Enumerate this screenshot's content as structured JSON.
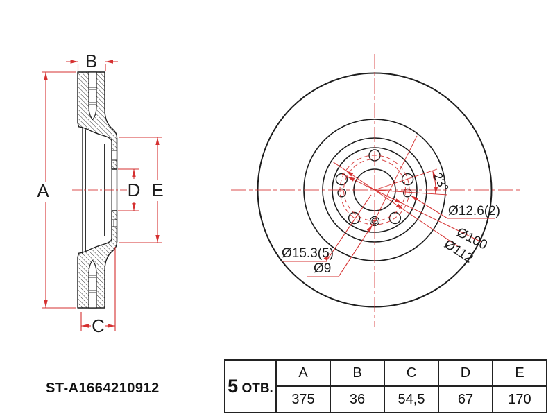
{
  "drawing": {
    "part_number": "ST-A1664210912",
    "holes_note": {
      "count": "5",
      "label": " ОТВ."
    },
    "dim_labels": {
      "A": "A",
      "B": "B",
      "C": "C",
      "D": "D",
      "E": "E"
    },
    "annotations": {
      "lug_holes": "Ø15.3(5)",
      "service_holes": "Ø12.6(2)",
      "pin_hole": "Ø9",
      "bolt_circle_inner": "Ø100",
      "bolt_circle_outer": "Ø112",
      "hole_angle": "23°"
    },
    "colors": {
      "line": "#1c1c1c",
      "dimension_red": "#d53030",
      "background": "#ffffff"
    }
  },
  "table": {
    "headers": [
      "A",
      "B",
      "C",
      "D",
      "E"
    ],
    "values": [
      "375",
      "36",
      "54,5",
      "67",
      "170"
    ]
  }
}
